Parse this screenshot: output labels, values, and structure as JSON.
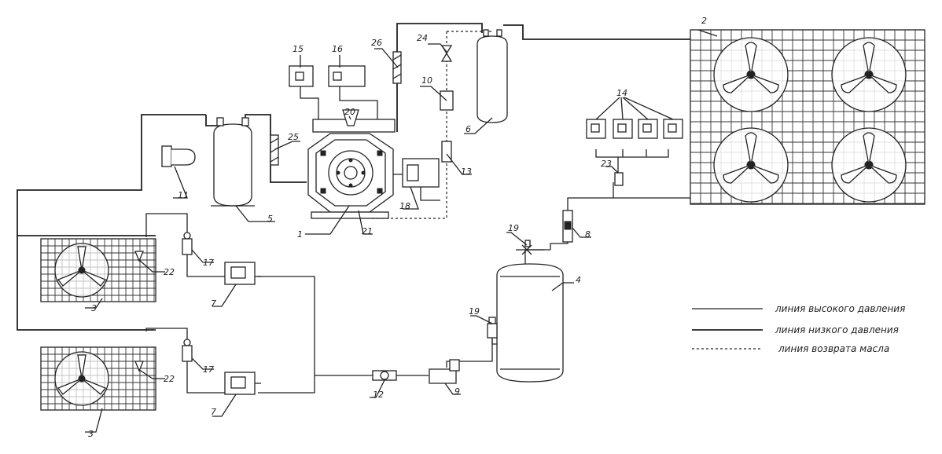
{
  "legend": {
    "high_pressure": "линия высокого давления",
    "low_pressure": "линия низкого давления",
    "oil_return": "линия возврата масла"
  },
  "labels": {
    "n1": "1",
    "n2": "2",
    "n3a": "3",
    "n3b": "3",
    "n4": "4",
    "n5": "5",
    "n6": "6",
    "n7a": "7",
    "n7b": "7",
    "n8": "8",
    "n9": "9",
    "n10": "10",
    "n11": "11",
    "n12": "12",
    "n13": "13",
    "n14": "14",
    "n15": "15",
    "n16": "16",
    "n17a": "17",
    "n17b": "17",
    "n18": "18",
    "n19a": "19",
    "n19b": "19",
    "n20": "20",
    "n21": "21",
    "n22a": "22",
    "n22b": "22",
    "n23": "23",
    "n24": "24",
    "n25": "25",
    "n26": "26"
  }
}
